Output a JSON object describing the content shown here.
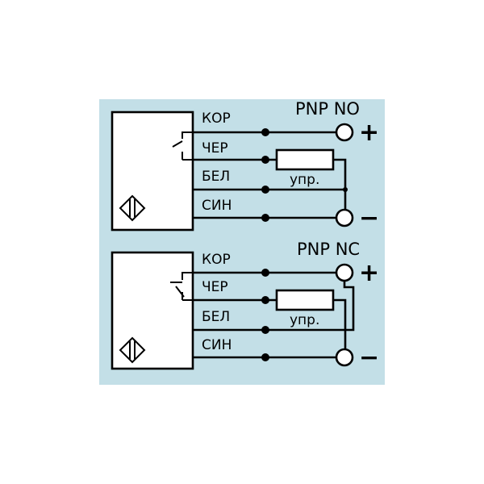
{
  "colors": {
    "background": "#c3dfe7",
    "line": "#000000",
    "fill": "#ffffff"
  },
  "top_circuit": {
    "title": "PNP NO",
    "wires": [
      "КОР",
      "ЧЕР",
      "БЕЛ",
      "СИН"
    ],
    "load_label": "упр.",
    "plus_sign": "+",
    "minus_sign": "−"
  },
  "bottom_circuit": {
    "title": "PNP NC",
    "wires": [
      "КОР",
      "ЧЕР",
      "БЕЛ",
      "СИН"
    ],
    "load_label": "упр.",
    "plus_sign": "+",
    "minus_sign": "−"
  }
}
